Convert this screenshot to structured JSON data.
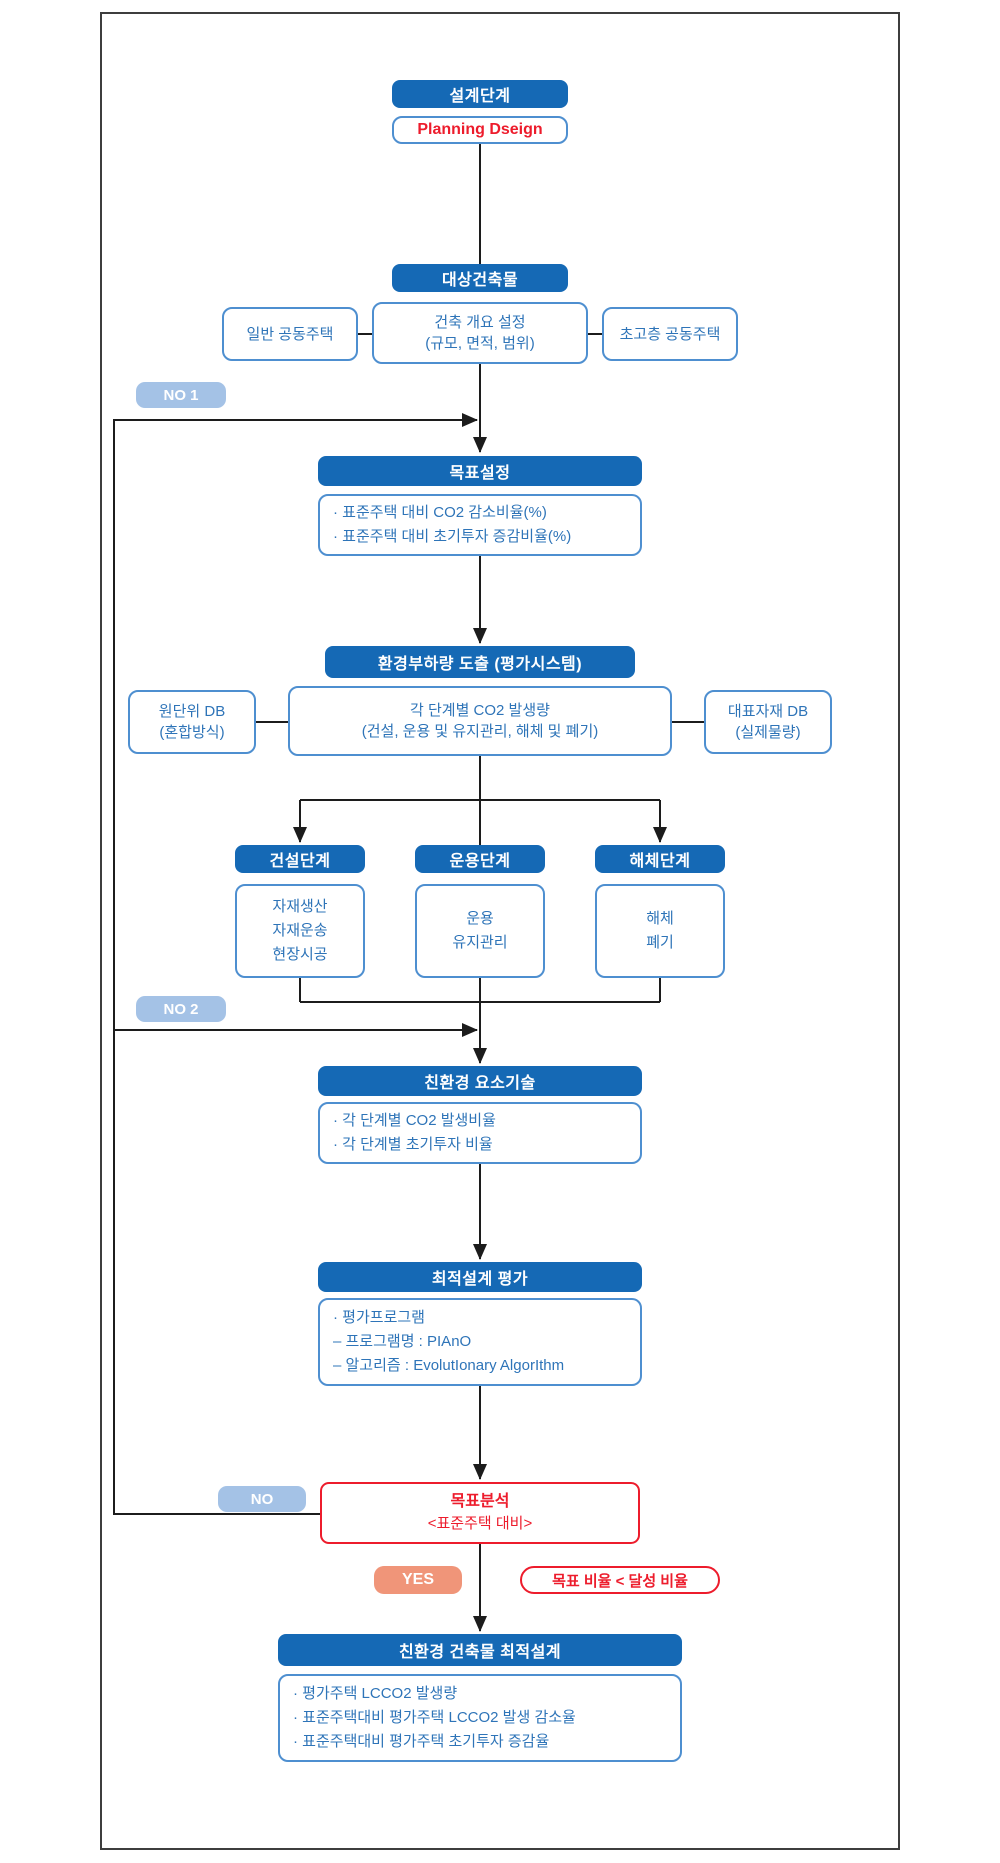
{
  "colors": {
    "header_blue": "#1569b5",
    "box_border_blue": "#4e8fd0",
    "text_blue": "#2e74b8",
    "pill_blue": "#a4c2e6",
    "pill_salmon": "#f09579",
    "accent_red": "#ed1c2c",
    "line_black": "#1c1c1c"
  },
  "flow": {
    "design_stage": {
      "header": "설계단계",
      "sub": "Planning Dseign"
    },
    "target_building": {
      "header": "대상건축물",
      "left": "일반 공동주택",
      "center_line1": "건축 개요 설정",
      "center_line2": "(규모, 면적, 범위)",
      "right": "초고층 공동주택"
    },
    "labels": {
      "no1": "NO 1",
      "no2": "NO 2",
      "no": "NO",
      "yes": "YES",
      "condition": "목표 비율 < 달성 비율"
    },
    "goal_setting": {
      "header": "목표설정",
      "items": [
        "· 표준주택 대비 CO2 감소비율(%)",
        "· 표준주택 대비 초기투자 증감비율(%)"
      ]
    },
    "env_load": {
      "header": "환경부하량 도출 (평가시스템)",
      "left_line1": "원단위 DB",
      "left_line2": "(혼합방식)",
      "center_line1": "각 단계별 CO2 발생량",
      "center_line2": "(건설, 운용 및 유지관리, 해체 및 폐기)",
      "right_line1": "대표자재 DB",
      "right_line2": "(실제물량)"
    },
    "stages": [
      {
        "header": "건설단계",
        "items": [
          "자재생산",
          "자재운송",
          "현장시공"
        ]
      },
      {
        "header": "운용단계",
        "items": [
          "운용",
          "유지관리"
        ]
      },
      {
        "header": "해체단계",
        "items": [
          "해체",
          "폐기"
        ]
      }
    ],
    "eco_tech": {
      "header": "친환경 요소기술",
      "items": [
        "· 각 단계별 CO2 발생비율",
        "· 각 단계별 초기투자 비율"
      ]
    },
    "opt_eval": {
      "header": "최적설계 평가",
      "items": [
        "· 평가프로그램",
        "– 프로그램명 : PIAnO",
        "– 알고리즘 : EvolutIonary AlgorIthm"
      ]
    },
    "goal_analysis": {
      "line1": "목표분석",
      "line2": "<표준주택 대비>"
    },
    "final": {
      "header": "친환경 건축물 최적설계",
      "items": [
        "· 평가주택 LCCO2 발생량",
        "· 표준주택대비 평가주택 LCCO2 발생 감소율",
        "· 표준주택대비 평가주택 초기투자 증감율"
      ]
    }
  }
}
